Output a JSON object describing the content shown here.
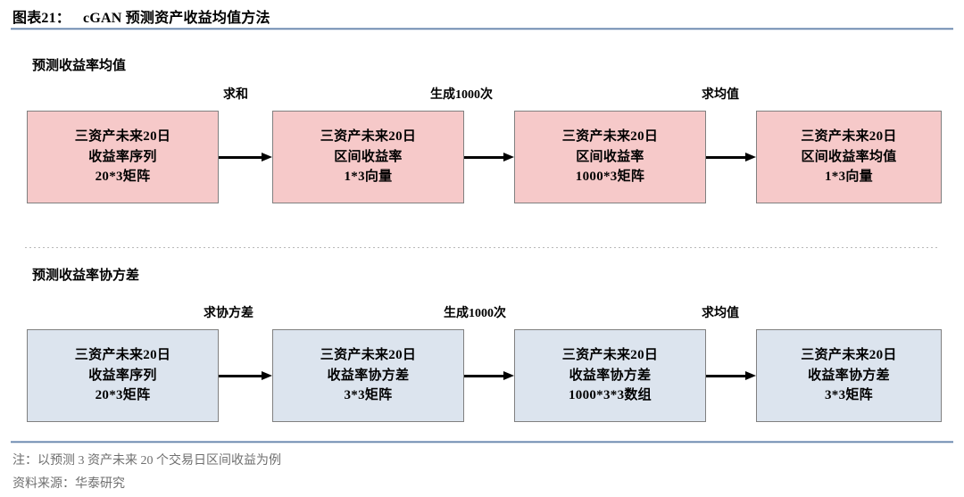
{
  "header": {
    "exhibit_number": "图表21：",
    "title": "cGAN 预测资产收益均值方法"
  },
  "sections": [
    {
      "heading": "预测收益率均值",
      "color": "#f6c9c9",
      "boxes": [
        {
          "line1": "三资产未来20日",
          "line2": "收益率序列",
          "line3": "20*3矩阵"
        },
        {
          "line1": "三资产未来20日",
          "line2": "区间收益率",
          "line3": "1*3向量"
        },
        {
          "line1": "三资产未来20日",
          "line2": "区间收益率",
          "line3": "1000*3矩阵"
        },
        {
          "line1": "三资产未来20日",
          "line2": "区间收益率均值",
          "line3": "1*3向量"
        }
      ],
      "arrow_labels": [
        "求和",
        "生成1000次",
        "求均值"
      ]
    },
    {
      "heading": "预测收益率协方差",
      "color": "#dce4ee",
      "boxes": [
        {
          "line1": "三资产未来20日",
          "line2": "收益率序列",
          "line3": "20*3矩阵"
        },
        {
          "line1": "三资产未来20日",
          "line2": "收益率协方差",
          "line3": "3*3矩阵"
        },
        {
          "line1": "三资产未来20日",
          "line2": "收益率协方差",
          "line3": "1000*3*3数组"
        },
        {
          "line1": "三资产未来20日",
          "line2": "收益率协方差",
          "line3": "3*3矩阵"
        }
      ],
      "arrow_labels": [
        "求协方差",
        "生成1000次",
        "求均值"
      ]
    }
  ],
  "footer": {
    "note": "注：以预测 3 资产未来 20 个交易日区间收益为例",
    "source": "资料来源：华泰研究"
  },
  "colors": {
    "rule": "#6b87ab",
    "pink_fill": "#f6c9c9",
    "blue_fill": "#dce4ee",
    "box_border": "#808080",
    "footer_text": "#6f6f6f",
    "arrow": "#000000"
  }
}
